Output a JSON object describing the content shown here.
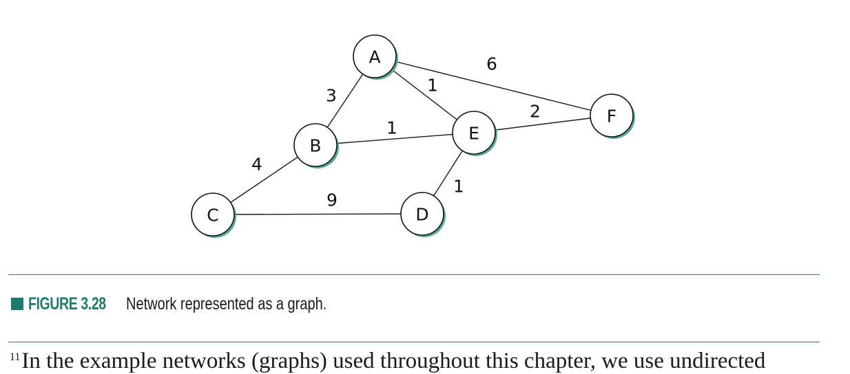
{
  "graph": {
    "nodes": [
      {
        "id": "A",
        "label": "A"
      },
      {
        "id": "B",
        "label": "B"
      },
      {
        "id": "C",
        "label": "C"
      },
      {
        "id": "D",
        "label": "D"
      },
      {
        "id": "E",
        "label": "E"
      },
      {
        "id": "F",
        "label": "F"
      }
    ],
    "edges": [
      {
        "from": "A",
        "to": "B",
        "weight": "3"
      },
      {
        "from": "A",
        "to": "E",
        "weight": "1"
      },
      {
        "from": "A",
        "to": "F",
        "weight": "6"
      },
      {
        "from": "B",
        "to": "E",
        "weight": "1"
      },
      {
        "from": "B",
        "to": "C",
        "weight": "4"
      },
      {
        "from": "C",
        "to": "D",
        "weight": "9"
      },
      {
        "from": "D",
        "to": "E",
        "weight": "1"
      },
      {
        "from": "E",
        "to": "F",
        "weight": "2"
      }
    ]
  },
  "caption": {
    "label": "FIGURE 3.28",
    "text": "Network represented as a graph."
  },
  "footnote": {
    "marker": "11",
    "text": "In the example networks (graphs) used throughout this chapter, we use undirected"
  },
  "colors": {
    "accent": "#1f7a6d",
    "node_shadow": "#5aa89a",
    "rule": "#2d7f72"
  }
}
